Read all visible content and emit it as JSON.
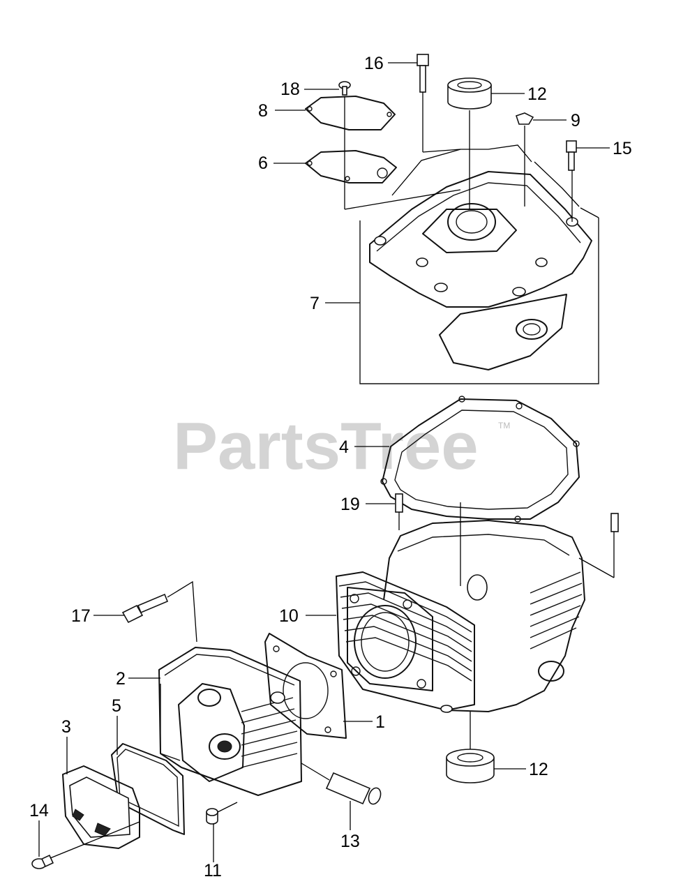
{
  "watermark": {
    "brand": "PartsTree",
    "trademark": "TM"
  },
  "callouts": {
    "c1": "1",
    "c2": "2",
    "c3": "3",
    "c4": "4",
    "c5": "5",
    "c6": "6",
    "c7": "7",
    "c8": "8",
    "c9": "9",
    "c10": "10",
    "c11": "11",
    "c12_top": "12",
    "c12_bottom": "12",
    "c13": "13",
    "c14": "14",
    "c15": "15",
    "c16": "16",
    "c17": "17",
    "c18": "18",
    "c19": "19"
  }
}
